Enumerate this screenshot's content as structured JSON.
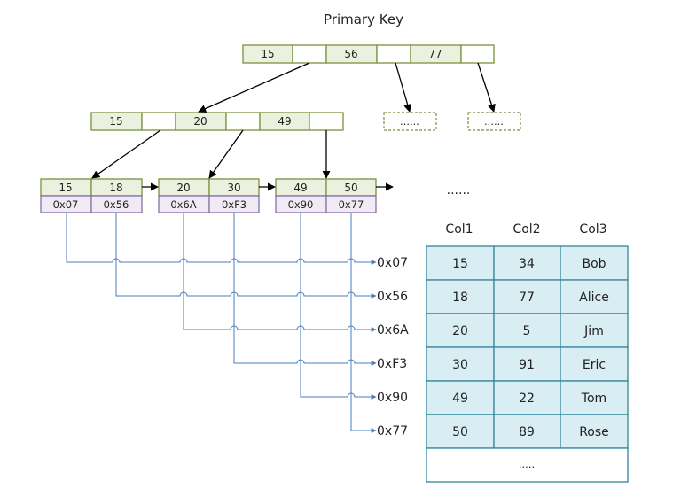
{
  "title": "Primary Key",
  "root_keys": [
    "15",
    "56",
    "77"
  ],
  "mid_keys": [
    "15",
    "20",
    "49"
  ],
  "placeholder": "......",
  "leaf_more": "......",
  "leaves": [
    {
      "keys": [
        "15",
        "18"
      ],
      "addrs": [
        "0x07",
        "0x56"
      ]
    },
    {
      "keys": [
        "20",
        "30"
      ],
      "addrs": [
        "0x6A",
        "0xF3"
      ]
    },
    {
      "keys": [
        "49",
        "50"
      ],
      "addrs": [
        "0x90",
        "0x77"
      ]
    }
  ],
  "address_labels": [
    "0x07",
    "0x56",
    "0x6A",
    "0xF3",
    "0x90",
    "0x77"
  ],
  "table": {
    "headers": [
      "Col1",
      "Col2",
      "Col3"
    ],
    "rows": [
      [
        "15",
        "34",
        "Bob"
      ],
      [
        "18",
        "77",
        "Alice"
      ],
      [
        "20",
        "5",
        "Jim"
      ],
      [
        "30",
        "91",
        "Eric"
      ],
      [
        "49",
        "22",
        "Tom"
      ],
      [
        "50",
        "89",
        "Rose"
      ]
    ],
    "more": "....."
  },
  "colors": {
    "node_green": "#77933c",
    "key_fill": "#ebf1de",
    "addr_purple": "#8064a2",
    "table_teal": "#31859c",
    "link_blue": "#4a7ebb"
  }
}
